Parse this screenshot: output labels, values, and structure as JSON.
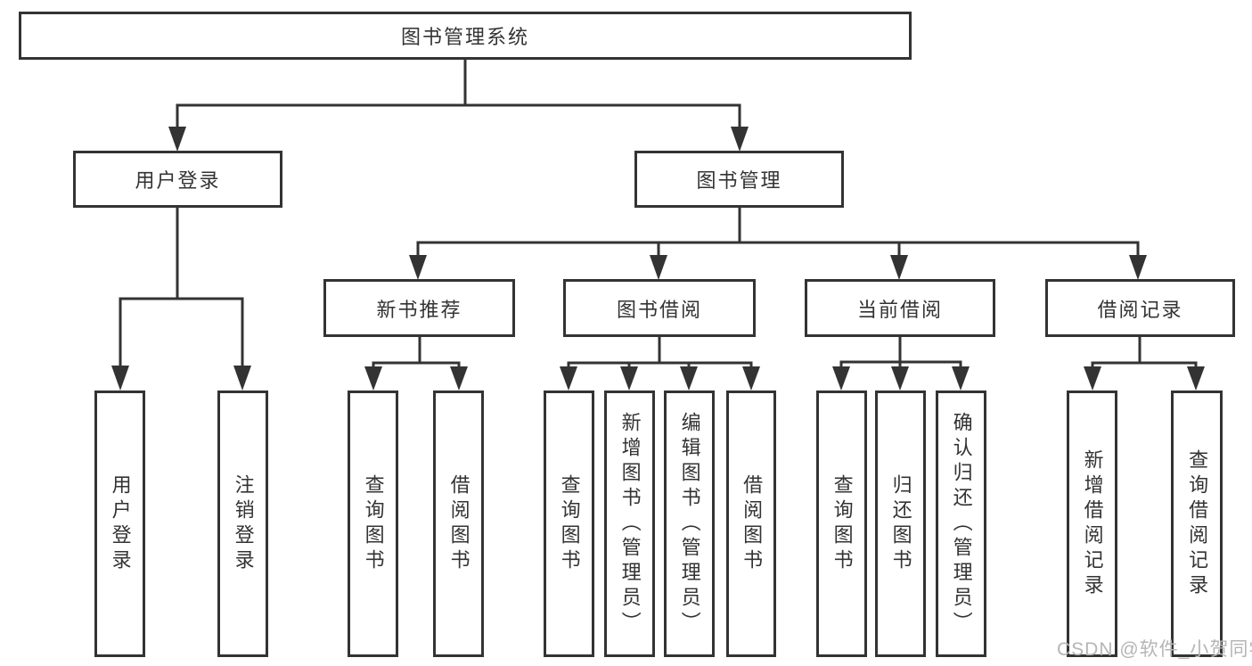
{
  "diagram": {
    "root": {
      "label": "图书管理系统"
    },
    "level2": [
      {
        "label": "用户登录",
        "leaves": [
          "用户登录",
          "注销登录"
        ]
      },
      {
        "label": "图书管理"
      }
    ],
    "level3": [
      {
        "label": "新书推荐",
        "leaves": [
          "查询图书",
          "借阅图书"
        ]
      },
      {
        "label": "图书借阅",
        "leaves": [
          "查询图书",
          "新增图书（管理员）",
          "编辑图书（管理员）",
          "借阅图书"
        ]
      },
      {
        "label": "当前借阅",
        "leaves": [
          "查询图书",
          "归还图书",
          "确认归还（管理员）"
        ]
      },
      {
        "label": "借阅记录",
        "leaves": [
          "新增借阅记录",
          "查询借阅记录"
        ]
      }
    ]
  },
  "watermark": {
    "text": "CSDN @软件_小贺同学"
  },
  "colors": {
    "line": "#333333",
    "text": "#333333",
    "watermark": "#b5b5b5",
    "background": "#ffffff"
  }
}
